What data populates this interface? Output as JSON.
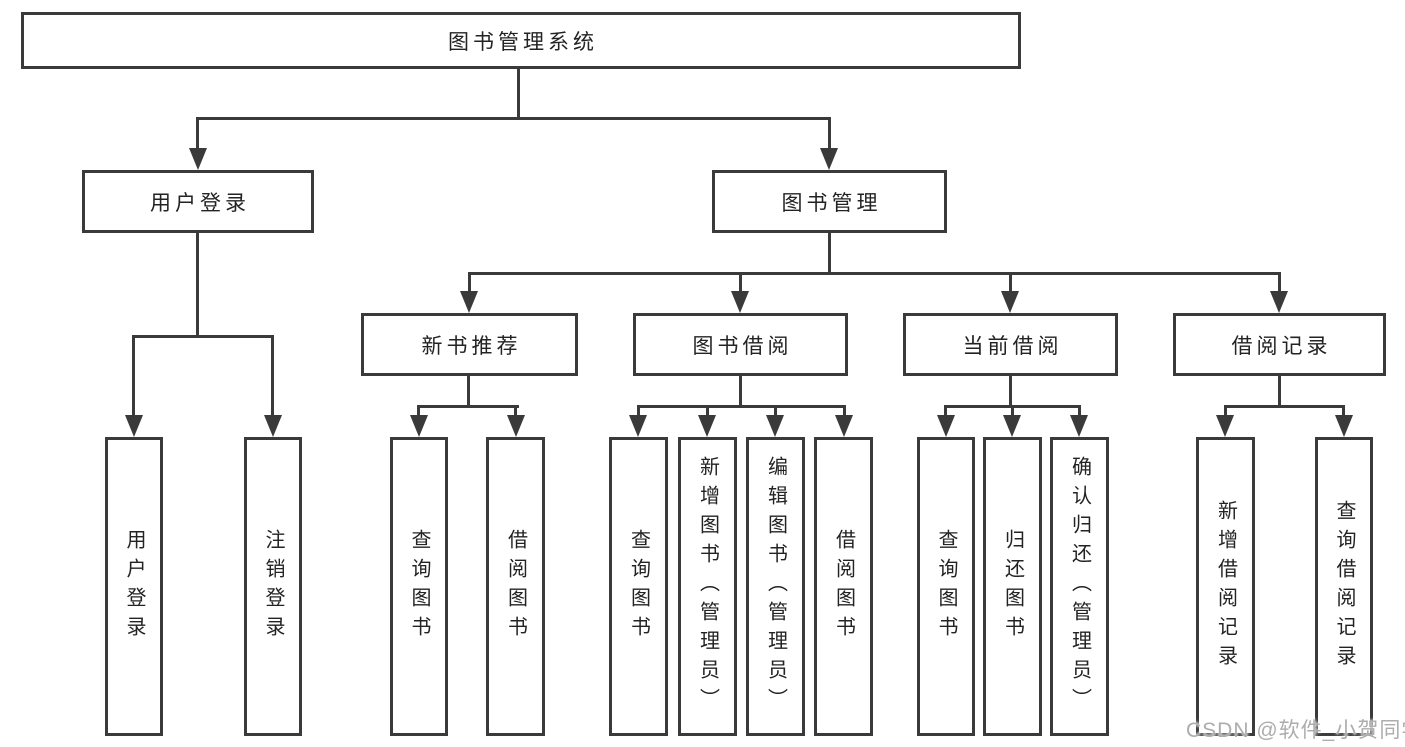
{
  "diagram": {
    "title": "图书管理系统",
    "branches": [
      {
        "label": "用户登录",
        "children": [
          "用户登录",
          "注销登录"
        ]
      },
      {
        "label": "图书管理",
        "sections": [
          {
            "label": "新书推荐",
            "children": [
              "查询图书",
              "借阅图书"
            ]
          },
          {
            "label": "图书借阅",
            "children": [
              "查询图书",
              "新增图书（管理员）",
              "编辑图书（管理员）",
              "借阅图书"
            ]
          },
          {
            "label": "当前借阅",
            "children": [
              "查询图书",
              "归还图书",
              "确认归还（管理员）"
            ]
          },
          {
            "label": "借阅记录",
            "children": [
              "新增借阅记录",
              "查询借阅记录"
            ]
          }
        ]
      }
    ],
    "colors": {
      "line": "#3a3a3a",
      "box_border": "#3a3a3a",
      "text": "#232323",
      "watermark": "#adadad"
    }
  },
  "watermark": "CSDN @软件_小贺同学"
}
